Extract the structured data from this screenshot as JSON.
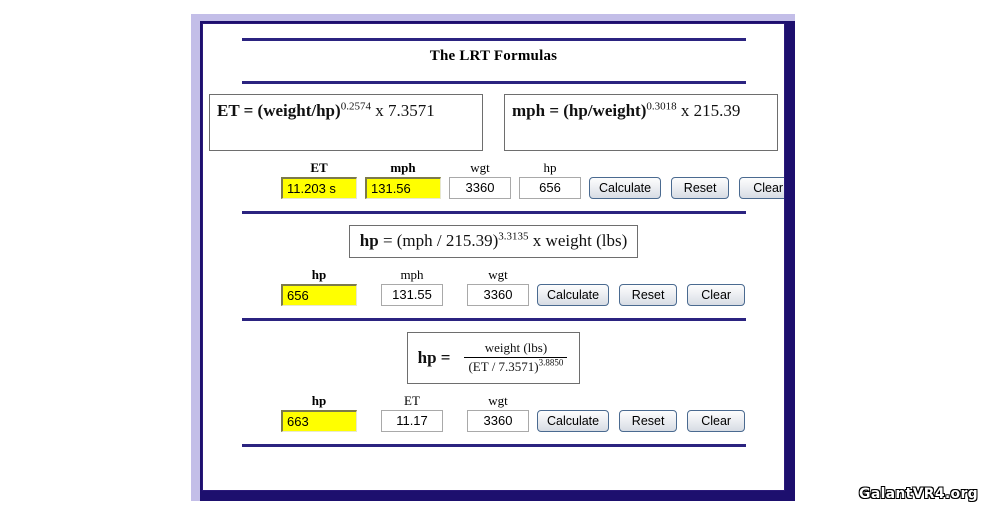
{
  "page": {
    "title": "The LRT Formulas",
    "watermark": "GalantVR4.org"
  },
  "colors": {
    "frame_outer": "#c3bee8",
    "frame_border": "#1d0f6e",
    "rule": "#2b2380",
    "output_field_bg": "#ffff00",
    "button_border": "#4a6a90"
  },
  "formulas": {
    "et": {
      "lhs": "ET = (weight/hp)",
      "exponent": "0.2574",
      "rhs": "x 7.3571"
    },
    "mph": {
      "lhs": "mph = (hp/weight)",
      "exponent": "0.3018",
      "rhs": "x 215.39"
    },
    "hp_from_mph": {
      "lhs": "hp",
      "mid": " = (mph / 215.39)",
      "exponent": "3.3135",
      "rhs": " x weight (lbs)"
    },
    "hp_from_et": {
      "lhs": "hp =",
      "numerator": "weight (lbs)",
      "denominator": "(ET / 7.3571)",
      "den_exponent": "3.8850"
    }
  },
  "buttons": {
    "calculate": "Calculate",
    "reset": "Reset",
    "clear": "Clear"
  },
  "sections": [
    {
      "id": "et-mph-calculator",
      "fields": [
        {
          "label": "ET",
          "value": "11.203 s",
          "kind": "output"
        },
        {
          "label": "mph",
          "value": "131.56",
          "kind": "output"
        },
        {
          "label": "wgt",
          "value": "3360",
          "kind": "input"
        },
        {
          "label": "hp",
          "value": "656",
          "kind": "input"
        }
      ]
    },
    {
      "id": "hp-from-mph-calculator",
      "fields": [
        {
          "label": "hp",
          "value": "656",
          "kind": "output"
        },
        {
          "label": "mph",
          "value": "131.55",
          "kind": "input"
        },
        {
          "label": "wgt",
          "value": "3360",
          "kind": "input"
        }
      ]
    },
    {
      "id": "hp-from-et-calculator",
      "fields": [
        {
          "label": "hp",
          "value": "663",
          "kind": "output"
        },
        {
          "label": "ET",
          "value": "11.17",
          "kind": "input"
        },
        {
          "label": "wgt",
          "value": "3360",
          "kind": "input"
        }
      ]
    }
  ]
}
